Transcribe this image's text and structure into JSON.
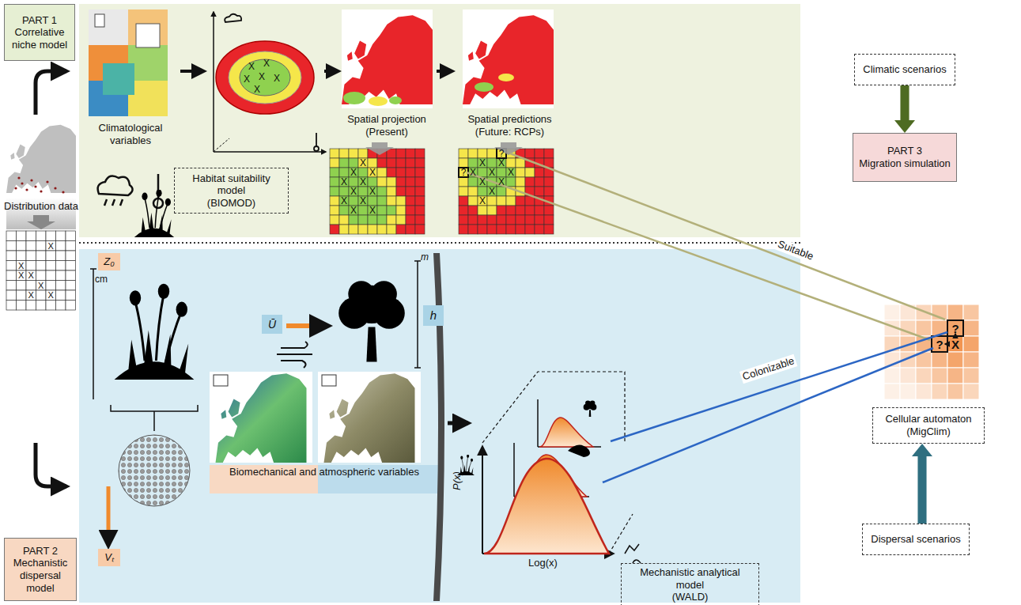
{
  "diagram": {
    "nodes": [
      {
        "text": [
          "PART 1",
          "Correlative niche model"
        ]
      },
      {
        "text": [
          "Habitat suitability model",
          "(BIOMOD)"
        ]
      },
      {
        "text": [
          "Climatic scenarios"
        ]
      },
      {
        "text": [
          "PART 3",
          "Migration simulation"
        ]
      },
      {
        "text": [
          "Z₀"
        ]
      },
      {
        "text": [
          "Ū"
        ]
      },
      {
        "text": [
          "h"
        ]
      },
      {
        "text": [
          "Cellular automaton",
          "(MigClim)"
        ]
      },
      {
        "text": [
          "PART 2",
          "Mechanistic dispersal model"
        ]
      },
      {
        "text": [
          "Vₜ"
        ]
      },
      {
        "text": [
          "Mechanistic analytical model",
          "(WALD)"
        ]
      },
      {
        "text": [
          "Dispersal scenarios"
        ]
      }
    ],
    "edges": [
      {
        "from": 2,
        "to": 3,
        "arrow": "to"
      },
      {
        "from": 11,
        "to": 7,
        "arrow": "to"
      }
    ],
    "labels": [
      "Climatological variables",
      "Spatial projection (Present)",
      "Spatial predictions (Future: RCPs)",
      "Distribution data",
      "Suitable",
      "Colonizable",
      "cm",
      "m",
      "Biomechanical and atmospheric variables",
      "P(x)",
      "Log(x)",
      "X",
      "X",
      "X",
      "X",
      "X",
      "X",
      "X",
      "X",
      "X",
      "X",
      "X",
      "X",
      "X",
      "X",
      "X",
      "X",
      "X",
      "X",
      "X",
      "X",
      "X",
      "X",
      "X",
      "X",
      "X",
      "X",
      "X",
      "X",
      "X",
      "X",
      "X",
      "X",
      "X",
      "?",
      "?",
      "X",
      "?",
      "?"
    ]
  }
}
